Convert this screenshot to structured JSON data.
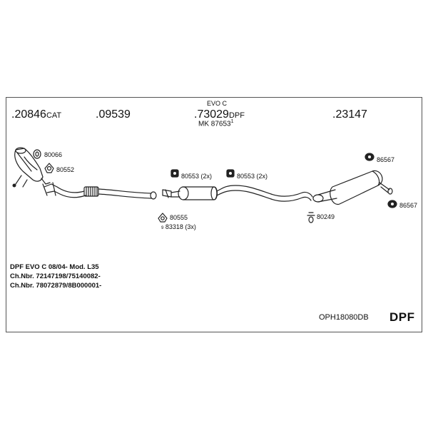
{
  "parts": {
    "p1": {
      "prefix": ".20846",
      "suffix": "CAT"
    },
    "p2": {
      "prefix": ".09539",
      "suffix": ""
    },
    "p3": {
      "prefix": ".73029",
      "suffix": "DPF",
      "top_label": "EVO C",
      "mk_label": "MK  87653",
      "mk_sup": "1"
    },
    "p4": {
      "prefix": ".23147",
      "suffix": ""
    }
  },
  "fittings": {
    "f80066": "80066",
    "f80552": "80552",
    "f80553a": "80553 (2x)",
    "f80553b": "80553 (2x)",
    "f80555": "80555",
    "f83318": "83318 (3x)",
    "f83318_prefix": "9",
    "f86567a": "86567",
    "f86567b": "86567",
    "f80249": "80249"
  },
  "notes": {
    "line1": "DPF EVO C   08/04-   Mod. L35",
    "line2": "Ch.Nbr. 72147198/75140082-",
    "line3": "Ch.Nbr. 78072879/8B000001-"
  },
  "footer": {
    "code": "OPH18080DB",
    "badge": "DPF"
  },
  "icons": {
    "gasket": "ring-gasket-icon",
    "clamp": "pipe-clamp-icon",
    "hanger": "rubber-hanger-icon",
    "bolt": "bolt-icon"
  }
}
